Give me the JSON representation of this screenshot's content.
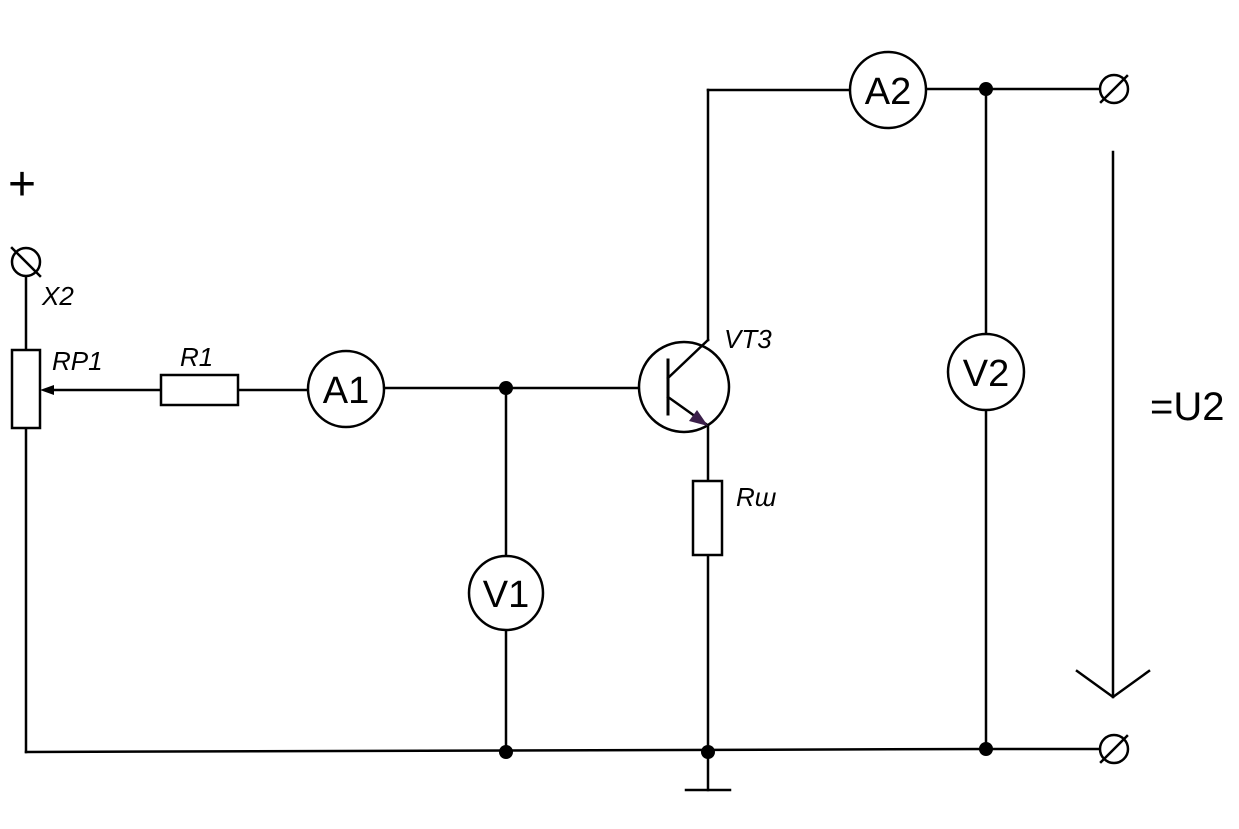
{
  "diagram": {
    "labels": {
      "plus": "+",
      "terminal_x2": "X2",
      "rp1": "RP1",
      "r1": "R1",
      "vt3": "VT3",
      "rsh": "Rш",
      "output_voltage": "=U2"
    },
    "meters": {
      "a1": "A1",
      "a2": "A2",
      "v1": "V1",
      "v2": "V2"
    }
  }
}
